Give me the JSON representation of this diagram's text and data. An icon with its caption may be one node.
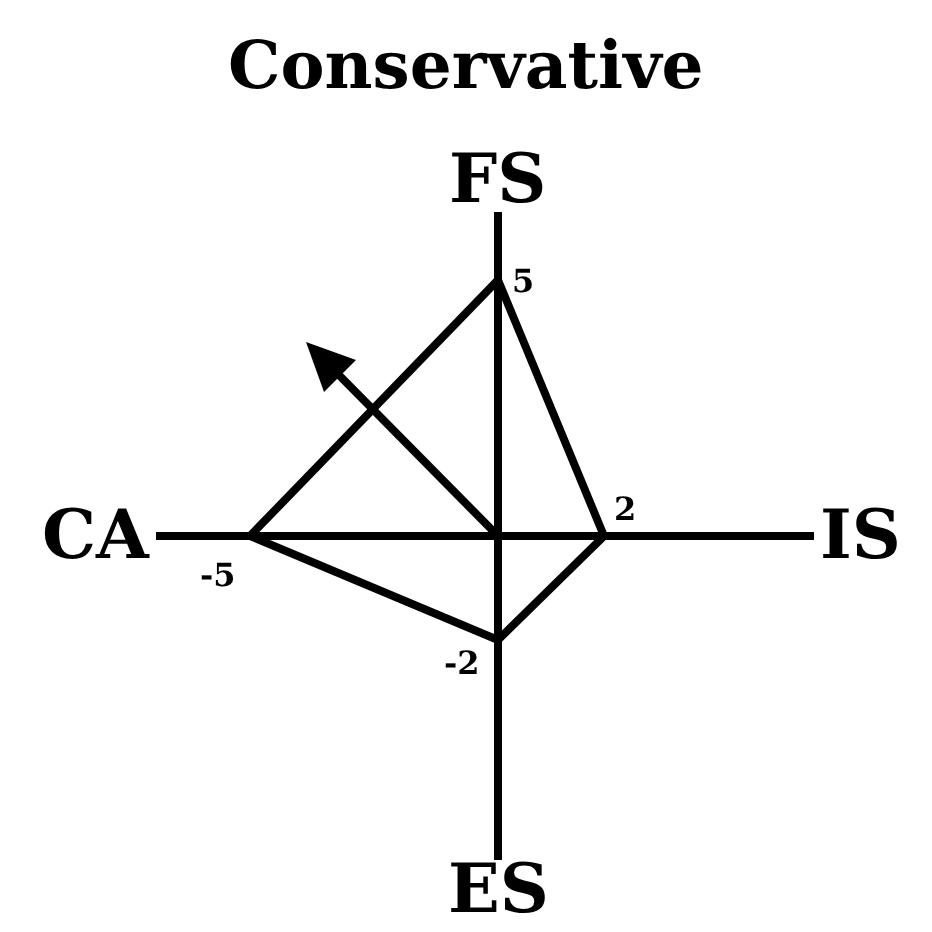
{
  "diagram": {
    "title": "Conservative",
    "labels": [
      "FS",
      "IS",
      "ES",
      "CA",
      "5",
      "2",
      "-2",
      "-5"
    ]
  }
}
